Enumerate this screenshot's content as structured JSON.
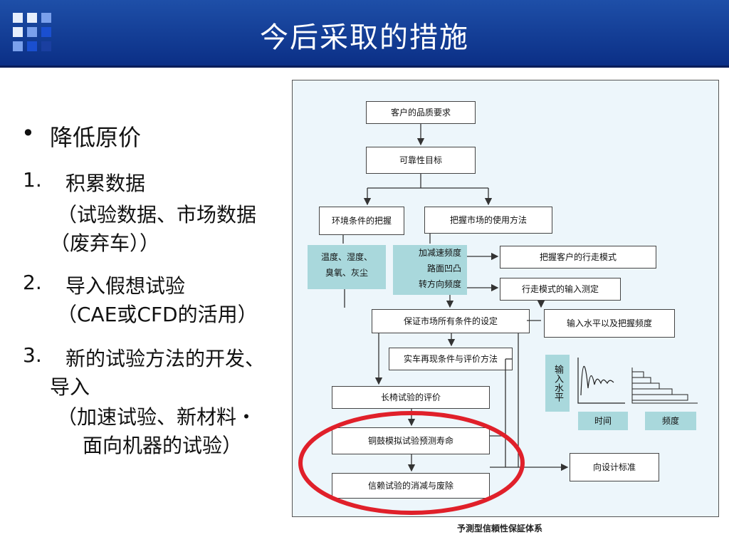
{
  "header": {
    "title": "今后采取的措施"
  },
  "left_text": {
    "bullet": "•",
    "bullet_text": "降低原价",
    "item1_num": "1.",
    "item1_title": "积累数据",
    "item1_detail_line1": "（试验数据、市场数据",
    "item1_detail_line2": "（废弃车））",
    "item2_num": "2.",
    "item2_title": "导入假想试验",
    "item2_detail": "（CAE或CFD的活用）",
    "item3_num": "3.",
    "item3_title_line1": "新的试验方法的开发、",
    "item3_title_line2": "导入",
    "item3_detail_line1": "（加速试验、新材料・",
    "item3_detail_line2": "面向机器的试验）"
  },
  "diagram": {
    "customer_quality": "客户的品质要求",
    "reliability_target": "可靠性目标",
    "env_conditions": "环境条件的把握",
    "market_usage": "把握市场的使用方法",
    "env_factors_line1": "温度、湿度、",
    "env_factors_line2": "臭氧、灰尘",
    "usage_factor1": "加减速频度",
    "usage_factor2": "路面凹凸",
    "usage_factor3": "转方向频度",
    "customer_driving_pattern": "把握客户的行走模式",
    "driving_input_measure": "行走模式的输入测定",
    "market_conditions_setting": "保证市场所有条件的设定",
    "input_level_frequency": "输入水平以及把握频度",
    "vehicle_reproduction": "实车再现条件与评价方法",
    "chair_test": "长椅试验的评价",
    "drum_simulation": "铜鼓模拟试验预测寿命",
    "trust_test_reduction": "信赖试验的消减与废除",
    "to_design_standard": "向设计标准",
    "input_level_vertical": "输入水平",
    "time_label": "时间",
    "frequency_label": "频度"
  },
  "caption": "予測型信頼性保証体系",
  "colors": {
    "header_blue": "#0b2f86",
    "teal_box": "#a9d8dc",
    "highlight_red": "#e0202a"
  }
}
